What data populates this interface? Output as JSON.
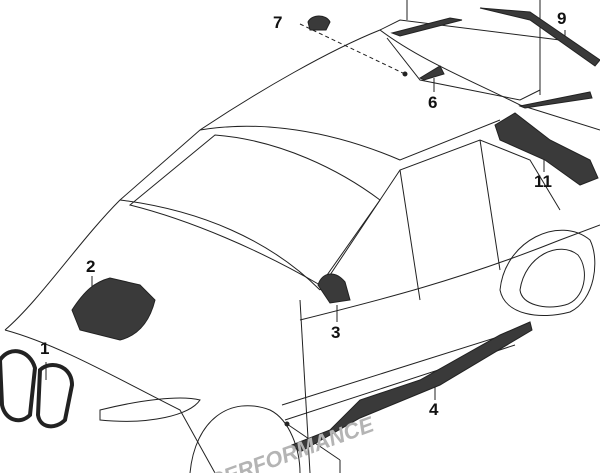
{
  "diagram": {
    "title": "Car accessory parts diagram",
    "callouts": [
      {
        "id": "1",
        "part": "kidney-grille"
      },
      {
        "id": "2",
        "part": "engine-cover"
      },
      {
        "id": "3",
        "part": "mirror-cap"
      },
      {
        "id": "4",
        "part": "side-skirt"
      },
      {
        "id": "6",
        "part": "roof-fin"
      },
      {
        "id": "7",
        "part": "antenna-cap"
      },
      {
        "id": "9",
        "part": "roof-spoiler-trim"
      },
      {
        "id": "11",
        "part": "rear-spoiler"
      }
    ],
    "decal_text": "PERFORMANCE",
    "colors": {
      "line": "#222222",
      "part": "#3a3a3a",
      "decal": "#b4b4b4"
    }
  }
}
